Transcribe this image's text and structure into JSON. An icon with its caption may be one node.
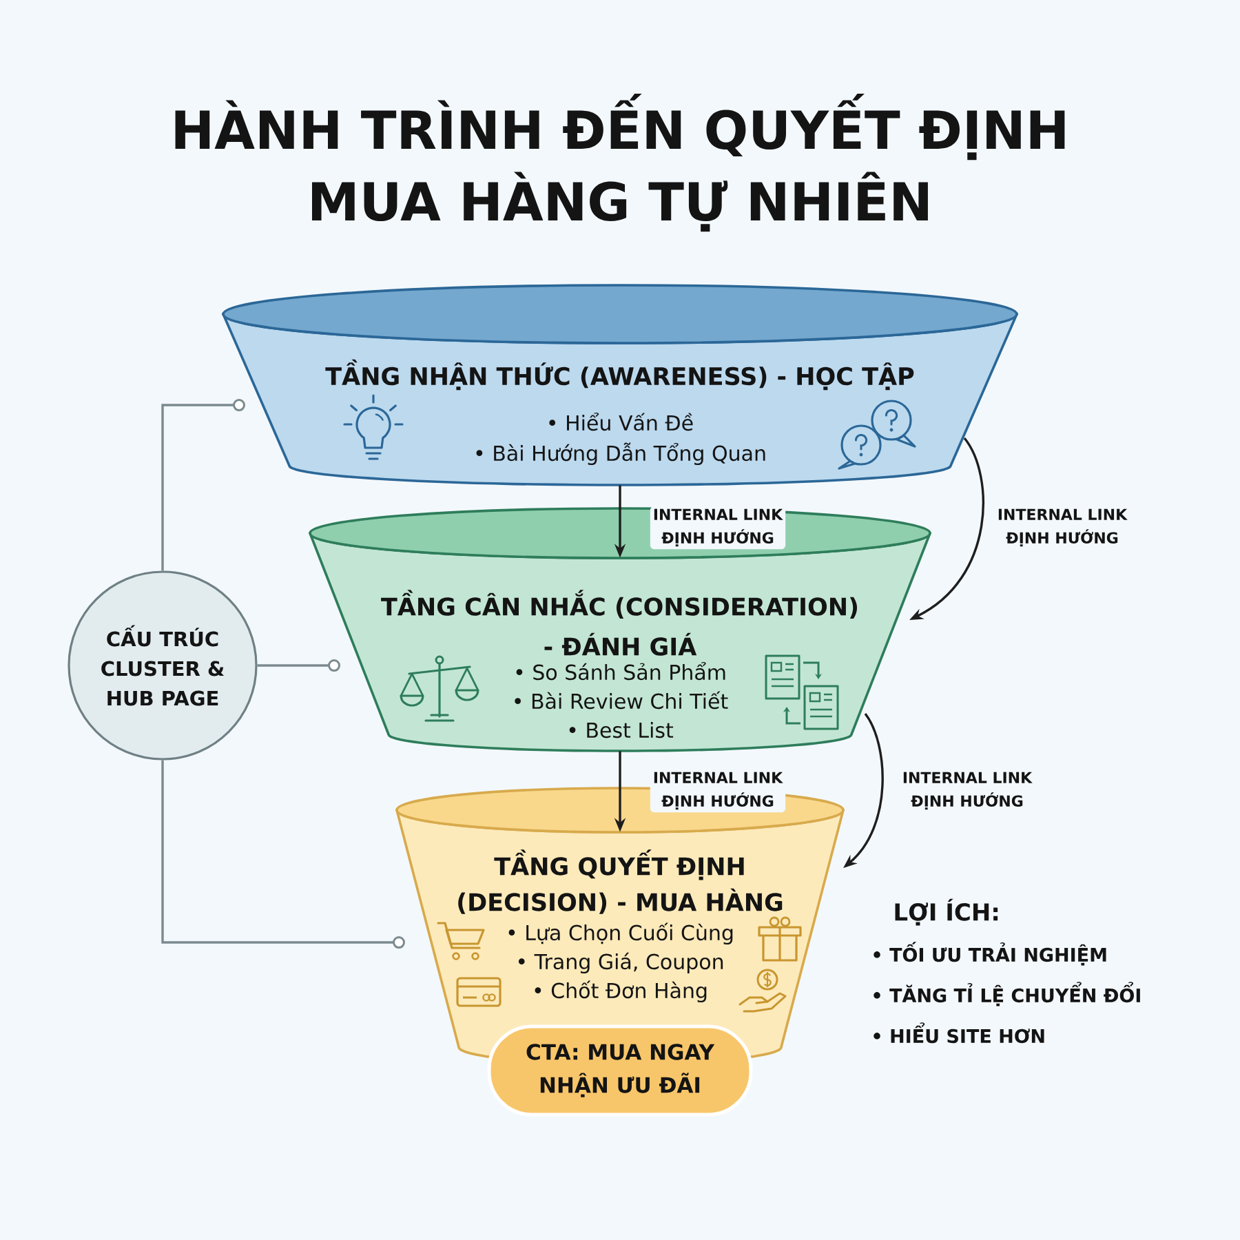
{
  "diagram": {
    "title": "HÀNH TRÌNH ĐẾN QUYẾT ĐỊNH MUA HÀNG TỰ NHIÊN",
    "nodes": [
      {
        "text": [
          "TẦNG NHẬN THỨC (AWARENESS) - HỌC TẬP",
          "• Hiểu Vấn Đề",
          "• Bài Hướng Dẫn Tổng Quan"
        ]
      },
      {
        "text": [
          "TẦNG CÂN NHẮC (CONSIDERATION) - ĐÁNH GIÁ",
          "• So Sánh Sản Phẩm",
          "• Bài Review Chi Tiết",
          "• Best List"
        ]
      },
      {
        "text": [
          "TẦNG QUYẾT ĐỊNH (DECISION) - MUA HÀNG",
          "• Lựa Chọn Cuối Cùng",
          "• Trang Giá, Coupon",
          "• Chốt Đơn Hàng"
        ]
      },
      {
        "text": [
          "CTA: MUA NGAY NHẬN ƯU ĐÃI"
        ]
      },
      {
        "text": [
          "CẤU TRÚC CLUSTER & HUB PAGE"
        ]
      }
    ],
    "edges": [
      {
        "from": 0,
        "to": 1,
        "arrow": "to",
        "label": "INTERNAL LINK ĐỊNH HƯỚNG"
      },
      {
        "from": 0,
        "to": 1,
        "arrow": "to",
        "label": "INTERNAL LINK ĐỊNH HƯỚNG"
      },
      {
        "from": 1,
        "to": 2,
        "arrow": "to",
        "label": "INTERNAL LINK ĐỊNH HƯỚNG"
      },
      {
        "from": 1,
        "to": 2,
        "arrow": "to",
        "label": "INTERNAL LINK ĐỊNH HƯỚNG"
      },
      {
        "from": 4,
        "to": 0,
        "arrow": "other",
        "color": "#7b8a8e"
      },
      {
        "from": 4,
        "to": 1,
        "arrow": "other",
        "color": "#7b8a8e"
      },
      {
        "from": 4,
        "to": 2,
        "arrow": "other",
        "color": "#7b8a8e"
      }
    ],
    "labels": [
      "LỢI ÍCH:",
      "• TỐI ƯU TRẢI NGHIỆM",
      "• TĂNG TỈ LỆ CHUYỂN ĐỔI",
      "• HIỂU SITE HƠN"
    ]
  }
}
